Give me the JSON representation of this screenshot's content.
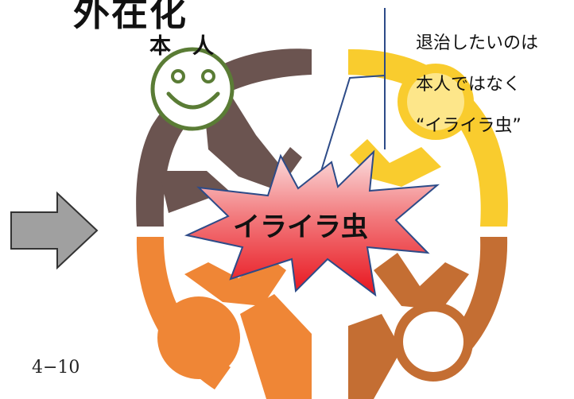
{
  "title": "外在化",
  "person_label": "本　人",
  "note": {
    "line1": "退治したいのは",
    "line2": "本人ではなく",
    "line3": "“イライラ虫”"
  },
  "burst_label": "イライラ虫",
  "page_number": "4−10",
  "colors": {
    "figure_top_left": "#6b5450",
    "figure_top_right": "#f9cc2e",
    "figure_bottom_left": "#ef8636",
    "figure_bottom_right": "#c46e33",
    "smiley": "#5a7c35",
    "burst_fill_top": "#fbe1e1",
    "burst_fill_bottom": "#e8141d",
    "burst_stroke": "#2d4b88",
    "arrow_fill": "#a0a0a0",
    "arrow_stroke": "#333333"
  },
  "icons": [
    "smiley-face-icon",
    "right-arrow-icon",
    "burst-icon"
  ]
}
